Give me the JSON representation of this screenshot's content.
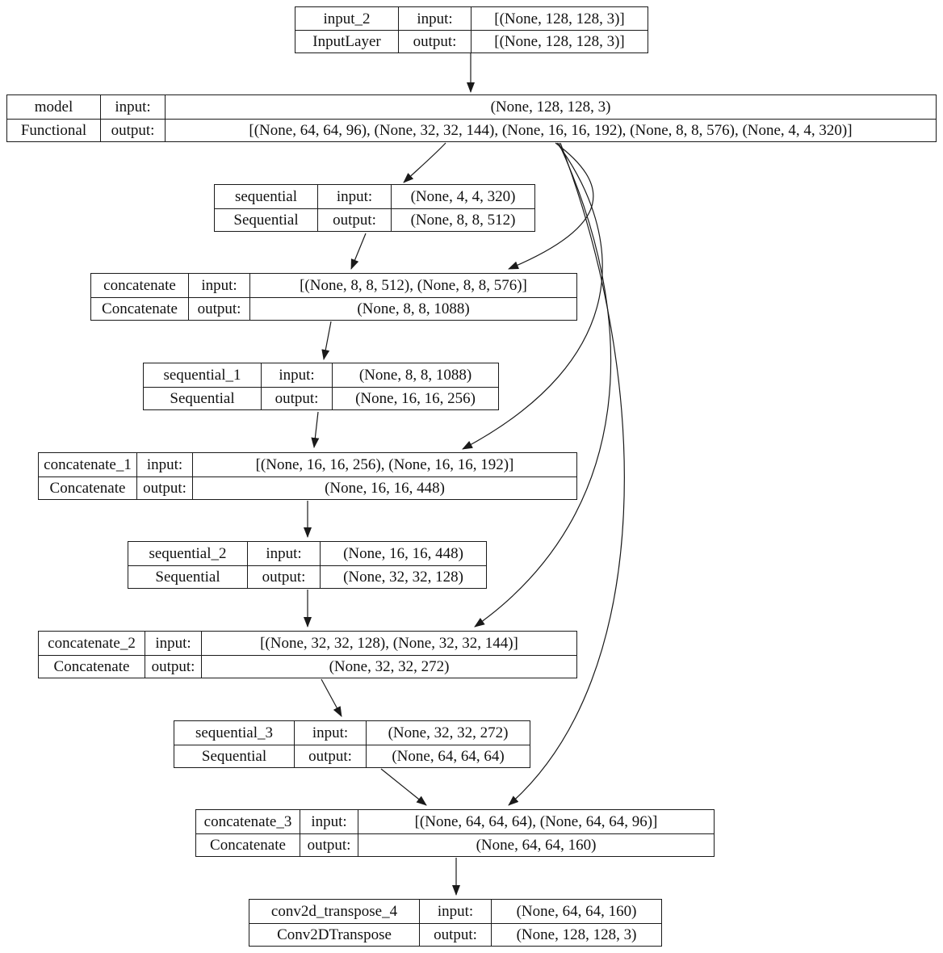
{
  "diagram": {
    "labels": {
      "input": "input:",
      "output": "output:"
    },
    "stroke_color": "#1a1a1a",
    "background_color": "#ffffff",
    "nodes": [
      {
        "name": "input_2",
        "layer_class": "InputLayer",
        "input_shape": "[(None, 128, 128, 3)]",
        "output_shape": "[(None, 128, 128, 3)]"
      },
      {
        "name": "model",
        "layer_class": "Functional",
        "input_shape": "(None, 128, 128, 3)",
        "output_shape": "[(None, 64, 64, 96), (None, 32, 32, 144), (None, 16, 16, 192), (None, 8, 8, 576), (None, 4, 4, 320)]"
      },
      {
        "name": "sequential",
        "layer_class": "Sequential",
        "input_shape": "(None, 4, 4, 320)",
        "output_shape": "(None, 8, 8, 512)"
      },
      {
        "name": "concatenate",
        "layer_class": "Concatenate",
        "input_shape": "[(None, 8, 8, 512), (None, 8, 8, 576)]",
        "output_shape": "(None, 8, 8, 1088)"
      },
      {
        "name": "sequential_1",
        "layer_class": "Sequential",
        "input_shape": "(None, 8, 8, 1088)",
        "output_shape": "(None, 16, 16, 256)"
      },
      {
        "name": "concatenate_1",
        "layer_class": "Concatenate",
        "input_shape": "[(None, 16, 16, 256), (None, 16, 16, 192)]",
        "output_shape": "(None, 16, 16, 448)"
      },
      {
        "name": "sequential_2",
        "layer_class": "Sequential",
        "input_shape": "(None, 16, 16, 448)",
        "output_shape": "(None, 32, 32, 128)"
      },
      {
        "name": "concatenate_2",
        "layer_class": "Concatenate",
        "input_shape": "[(None, 32, 32, 128), (None, 32, 32, 144)]",
        "output_shape": "(None, 32, 32, 272)"
      },
      {
        "name": "sequential_3",
        "layer_class": "Sequential",
        "input_shape": "(None, 32, 32, 272)",
        "output_shape": "(None, 64, 64, 64)"
      },
      {
        "name": "concatenate_3",
        "layer_class": "Concatenate",
        "input_shape": "[(None, 64, 64, 64), (None, 64, 64, 96)]",
        "output_shape": "(None, 64, 64, 160)"
      },
      {
        "name": "conv2d_transpose_4",
        "layer_class": "Conv2DTranspose",
        "input_shape": "(None, 64, 64, 160)",
        "output_shape": "(None, 128, 128, 3)"
      }
    ],
    "edges": [
      {
        "from": "input_2",
        "to": "model"
      },
      {
        "from": "model",
        "to": "sequential"
      },
      {
        "from": "model",
        "to": "concatenate"
      },
      {
        "from": "model",
        "to": "concatenate_1"
      },
      {
        "from": "model",
        "to": "concatenate_2"
      },
      {
        "from": "model",
        "to": "concatenate_3"
      },
      {
        "from": "sequential",
        "to": "concatenate"
      },
      {
        "from": "concatenate",
        "to": "sequential_1"
      },
      {
        "from": "sequential_1",
        "to": "concatenate_1"
      },
      {
        "from": "concatenate_1",
        "to": "sequential_2"
      },
      {
        "from": "sequential_2",
        "to": "concatenate_2"
      },
      {
        "from": "concatenate_2",
        "to": "sequential_3"
      },
      {
        "from": "sequential_3",
        "to": "concatenate_3"
      },
      {
        "from": "concatenate_3",
        "to": "conv2d_transpose_4"
      }
    ]
  }
}
